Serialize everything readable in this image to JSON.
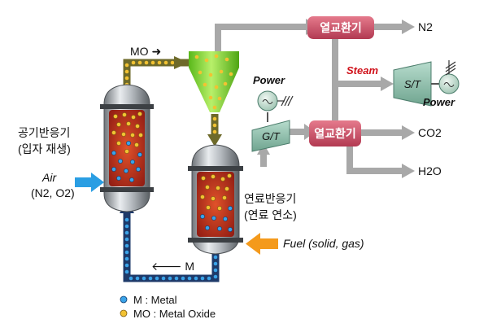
{
  "heat_exchangers": {
    "top": "열교환기",
    "bottom": "열교환기"
  },
  "outputs": {
    "n2": "N2",
    "co2": "CO2",
    "h2o": "H2O"
  },
  "steam_label": "Steam",
  "turbines": {
    "steam": "S/T",
    "gas": "G/T"
  },
  "power_labels": {
    "gas": "Power",
    "steam": "Power"
  },
  "air_reactor": {
    "line1": "공기반응기",
    "line2": "(입자 재생)"
  },
  "fuel_reactor": {
    "line1": "연료반응기",
    "line2": "(연료 연소)"
  },
  "air_input": {
    "line1": "Air",
    "line2": "(N2, O2)"
  },
  "fuel_input": "Fuel (solid, gas)",
  "flows": {
    "mo": "MO ➜",
    "m": "🡐 M"
  },
  "legend": {
    "metal": "M  :  Metal",
    "metal_oxide": "MO  :  Metal Oxide"
  },
  "colors": {
    "metal_particle": "#3aa3e8",
    "oxide_particle": "#f2c232",
    "hx_fill": "#c9485f",
    "turbine_fill": "#7fb5a1",
    "cyclone": "#7ed321",
    "arrow_gray": "#a8a8a8",
    "air_arrow": "#2a9ee3",
    "fuel_arrow": "#f49a1c"
  }
}
